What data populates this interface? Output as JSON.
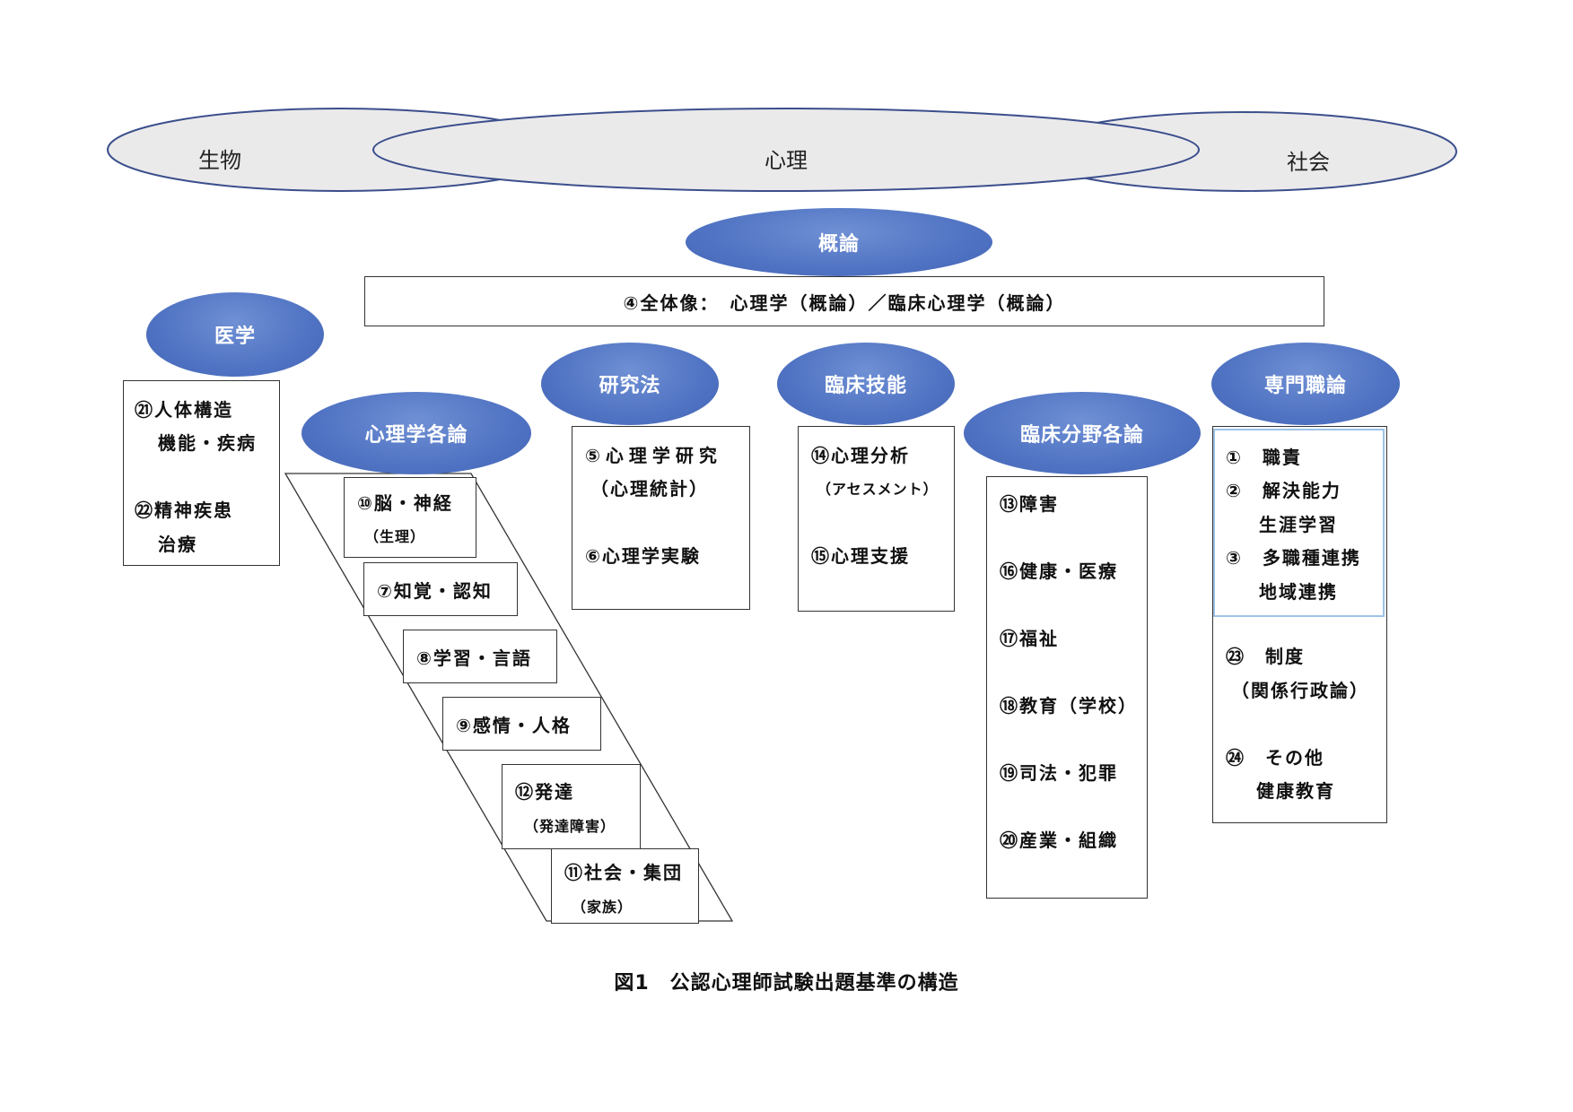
{
  "domains": {
    "biology": "生物",
    "psychology": "心理",
    "society": "社会"
  },
  "headers": {
    "overview": "概論",
    "medicine": "医学",
    "psych_topics": "心理学各論",
    "research": "研究法",
    "clinical_skills": "臨床技能",
    "clinical_fields": "臨床分野各論",
    "professional": "専門職論"
  },
  "overview_box": "④全体像：　心理学（概論）／臨床心理学（概論）",
  "medicine_box": [
    "㉑人体構造",
    "機能・疾病",
    "㉒精神疾患",
    "治療"
  ],
  "psych_topics_boxes": [
    {
      "line1": "⑩脳・神経",
      "line2": "（生理）"
    },
    {
      "line1": "⑦知覚・認知",
      "line2": ""
    },
    {
      "line1": "⑧学習・言語",
      "line2": ""
    },
    {
      "line1": "⑨感情・人格",
      "line2": ""
    },
    {
      "line1": "⑫発達",
      "line2": "（発達障害）"
    },
    {
      "line1": "⑪社会・集団",
      "line2": "（家族）"
    }
  ],
  "research_box": [
    "⑤心理学研究",
    "（心理統計）",
    "⑥心理学実験"
  ],
  "clinical_skills_box": [
    "⑭心理分析",
    "（アセスメント）",
    "⑮心理支援"
  ],
  "clinical_fields_box": [
    "⑬障害",
    "⑯健康・医療",
    "⑰福祉",
    "⑱教育（学校）",
    "⑲司法・犯罪",
    "⑳産業・組織"
  ],
  "professional_box_top": [
    "①　職責",
    "②　解決能力",
    "生涯学習",
    "③　多職種連携",
    "地域連携"
  ],
  "professional_box_bottom": [
    "㉓　制度",
    "（関係行政論）",
    "㉔　その他",
    "健康教育"
  ],
  "caption": "図1　公認心理師試験出題基準の構造",
  "colors": {
    "ellipse_fill": "#ebeaeb",
    "ellipse_stroke": "#3b4f8c",
    "header_fill": "#5073c3",
    "highlight_border": "#9dc3e6"
  }
}
